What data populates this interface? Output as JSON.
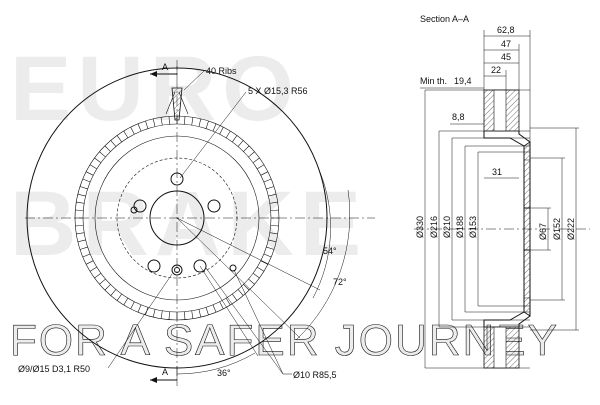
{
  "watermark": {
    "line1": "EURO",
    "line2": "BRAKE",
    "line3": "FOR A SAFER JOURNEY"
  },
  "front_view": {
    "section_marker": "A",
    "ribs": "40 Ribs",
    "bolt_holes": "5 X Ø15,3 R56",
    "angle_54": "54°",
    "angle_72": "72°",
    "angle_36": "36°",
    "pilot_hole": "Ø9/Ø15 D3,1 R50",
    "small_hole": "Ø10 R85,5"
  },
  "section_view": {
    "title": "Section A–A",
    "dim_62_8": "62,8",
    "dim_47": "47",
    "dim_45": "45",
    "dim_22": "22",
    "min_th_label": "Min th.",
    "min_th_value": "19,4",
    "dim_8_8": "8,8",
    "dim_31": "31",
    "diameters_left": [
      "Ø330",
      "Ø216",
      "Ø210",
      "Ø188",
      "Ø153"
    ],
    "diameters_right": [
      "Ø67",
      "Ø152",
      "Ø222"
    ]
  }
}
